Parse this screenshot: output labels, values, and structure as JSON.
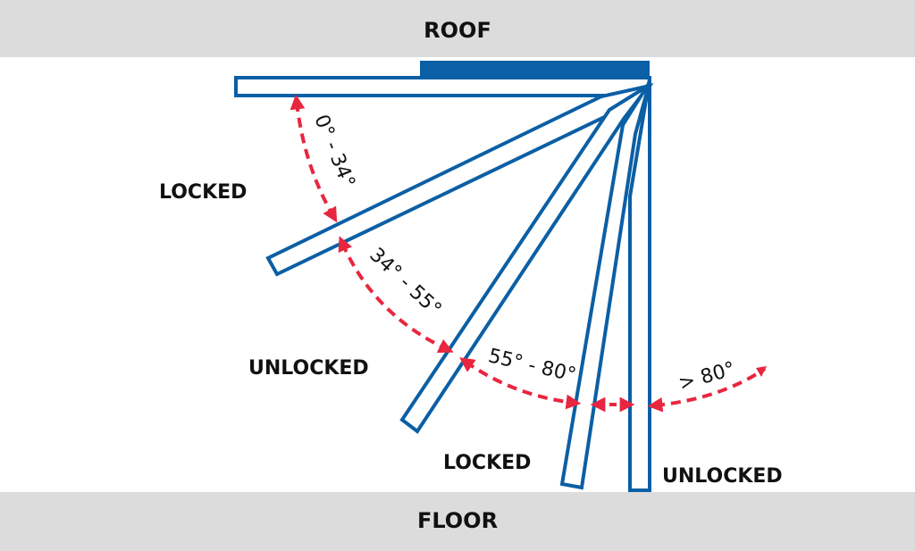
{
  "labels": {
    "roof": "ROOF",
    "floor": "FLOOR",
    "zone_1": "LOCKED",
    "zone_2": "UNLOCKED",
    "zone_3": "LOCKED",
    "zone_4": "UNLOCKED"
  },
  "angles": {
    "range_1": "0° - 34°",
    "range_2": "34° - 55°",
    "range_3": "55° - 80°",
    "range_4": "> 80°"
  },
  "colors": {
    "panel_outline": "#0b5fa5",
    "hinge_fill": "#0b5fa5",
    "arrow": "#e8263f",
    "band": "#dcdcdc",
    "text": "#111111"
  }
}
